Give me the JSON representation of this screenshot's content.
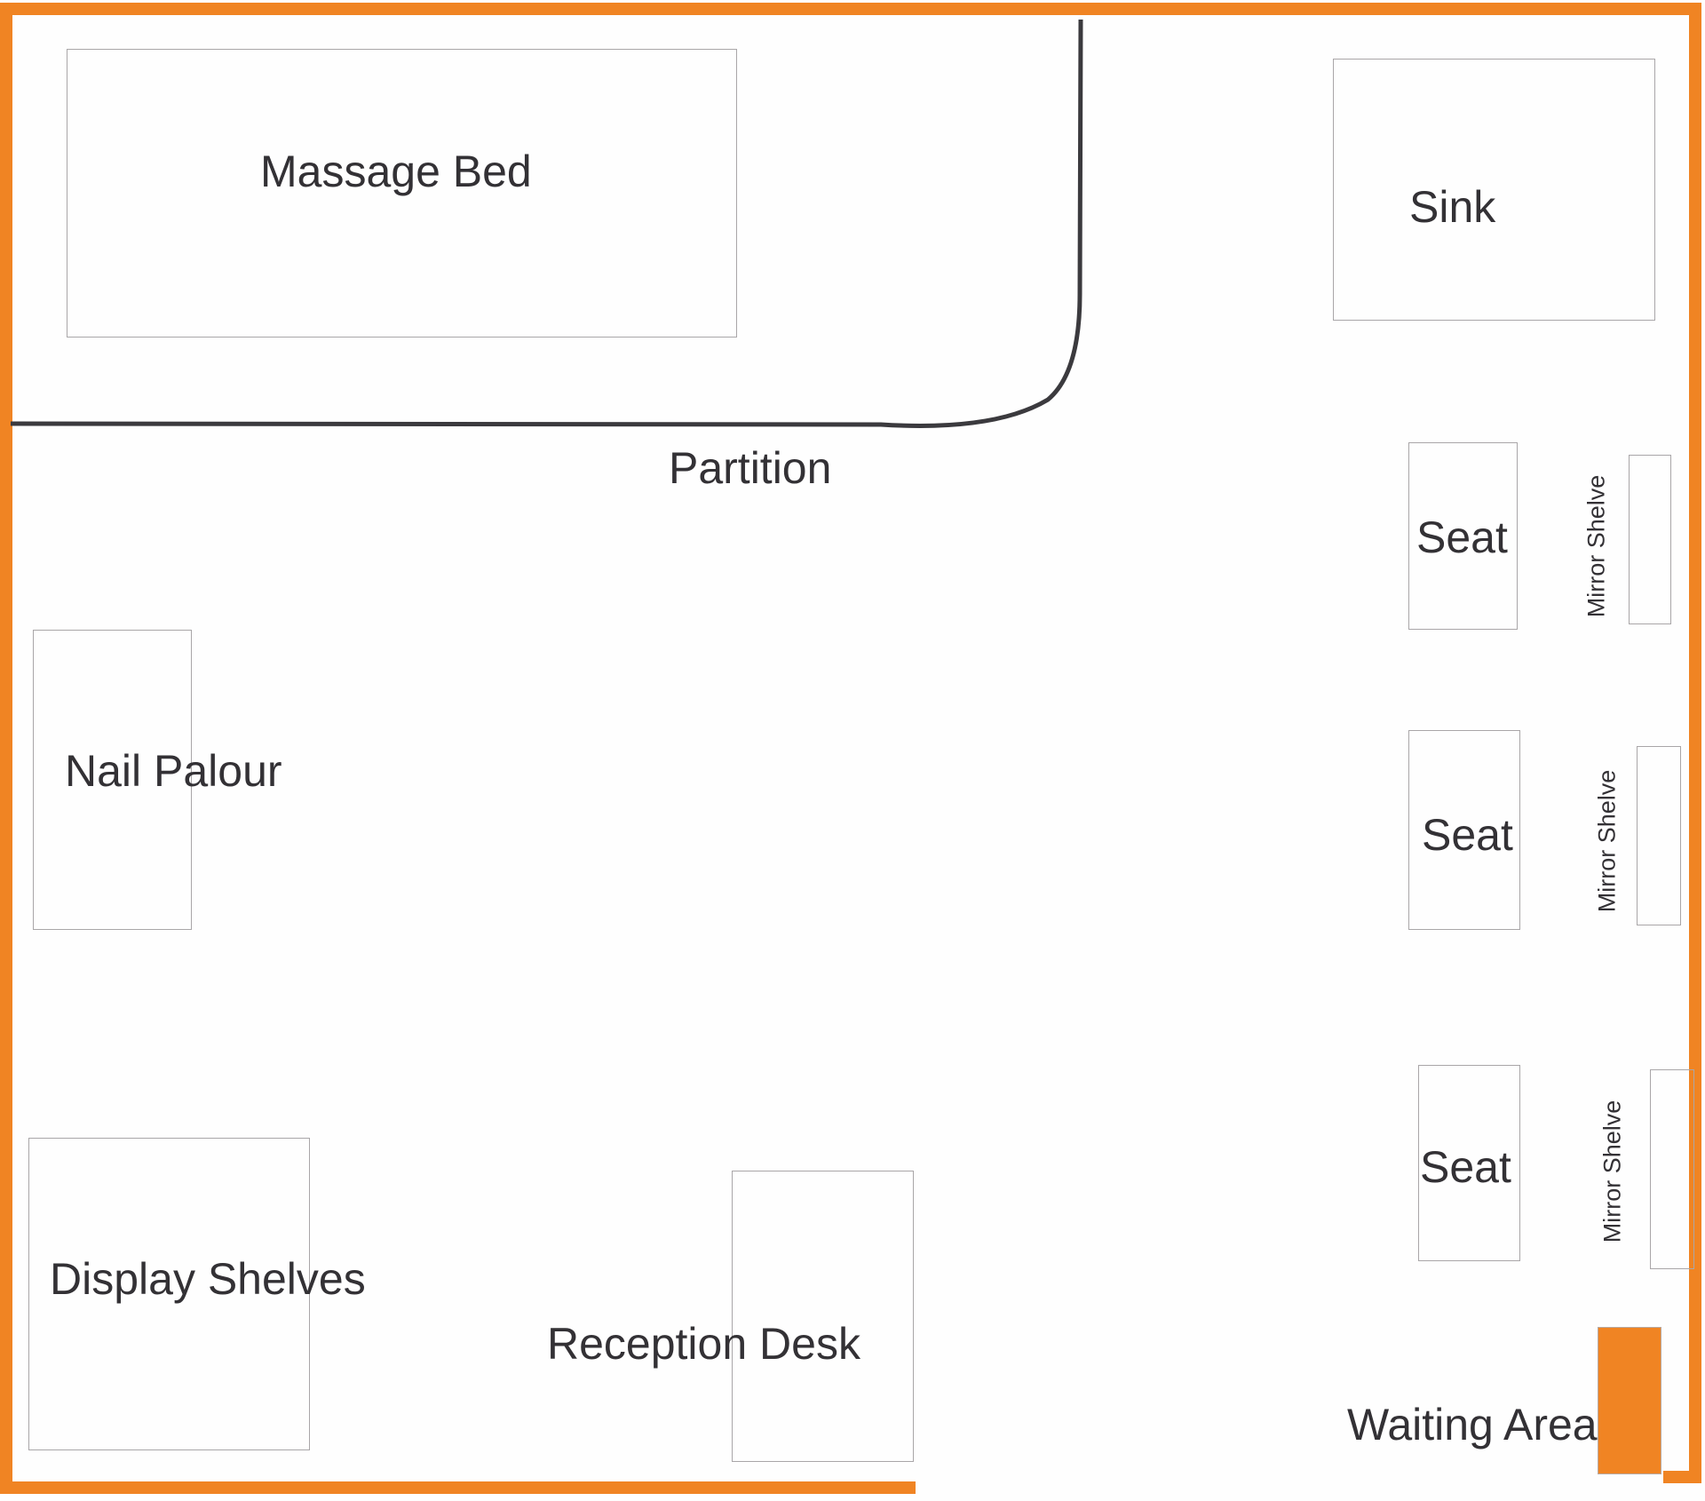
{
  "colors": {
    "wall": "#f08423",
    "partition": "#3b3a3e",
    "furniture_outline": "#a9a6a8",
    "waiting_block": "#f08423",
    "text": "#333135"
  },
  "labels": {
    "massage_bed": "Massage Bed",
    "partition": "Partition",
    "sink": "Sink",
    "seat_1": "Seat",
    "seat_2": "Seat",
    "seat_3": "Seat",
    "mirror_1": "Mirror Shelve",
    "mirror_2": "Mirror Shelve",
    "mirror_3": "Mirror Shelve",
    "nail_palour": "Nail Palour",
    "display_shelves": "Display Shelves",
    "reception_desk": "Reception Desk",
    "waiting_area": "Waiting Area"
  }
}
